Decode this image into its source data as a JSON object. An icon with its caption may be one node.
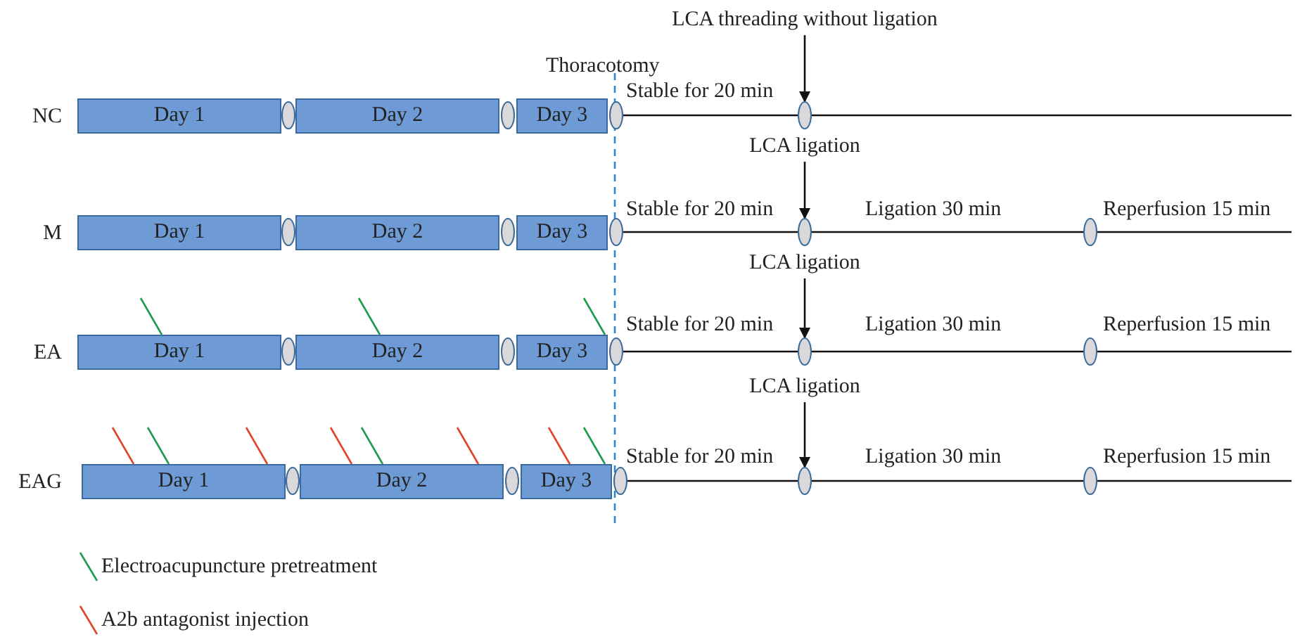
{
  "diagram": {
    "nodes": [
      {
        "text": [
          "LCA threading without ligation"
        ]
      },
      {
        "text": [
          "Day 1"
        ]
      },
      {
        "text": [],
        "shape": "ellipse"
      },
      {
        "text": [
          "Day 2"
        ]
      },
      {
        "text": [],
        "shape": "ellipse"
      },
      {
        "text": [
          "Day 3"
        ]
      },
      {
        "text": [],
        "shape": "ellipse"
      },
      {
        "text": [],
        "shape": "ellipse"
      },
      {
        "text": [
          "LCA ligation"
        ]
      },
      {
        "text": [
          "Day 1"
        ]
      },
      {
        "text": [],
        "shape": "ellipse"
      },
      {
        "text": [
          "Day 2"
        ]
      },
      {
        "text": [],
        "shape": "ellipse"
      },
      {
        "text": [
          "Day 3"
        ]
      },
      {
        "text": [],
        "shape": "ellipse"
      },
      {
        "text": [],
        "shape": "ellipse"
      },
      {
        "text": [],
        "shape": "ellipse"
      },
      {
        "text": [
          "LCA ligation"
        ]
      },
      {
        "text": [
          "Day 1"
        ]
      },
      {
        "text": [],
        "shape": "ellipse"
      },
      {
        "text": [
          "Day 2"
        ]
      },
      {
        "text": [],
        "shape": "ellipse"
      },
      {
        "text": [
          "Day 3"
        ]
      },
      {
        "text": [],
        "shape": "ellipse"
      },
      {
        "text": [],
        "shape": "ellipse"
      },
      {
        "text": [],
        "shape": "ellipse"
      },
      {
        "text": [
          "LCA ligation"
        ]
      },
      {
        "text": [
          "Day 1"
        ]
      },
      {
        "text": [],
        "shape": "ellipse"
      },
      {
        "text": [
          "Day 2"
        ]
      },
      {
        "text": [],
        "shape": "ellipse"
      },
      {
        "text": [
          "Day 3"
        ]
      },
      {
        "text": [],
        "shape": "ellipse"
      },
      {
        "text": [],
        "shape": "ellipse"
      },
      {
        "text": [],
        "shape": "ellipse"
      }
    ],
    "edges": [
      {
        "from": 0,
        "to": 7,
        "arrow": "to"
      },
      {
        "from": 8,
        "to": 15,
        "arrow": "to"
      },
      {
        "from": 17,
        "to": 24,
        "arrow": "to"
      },
      {
        "from": 26,
        "to": 33,
        "arrow": "to"
      }
    ],
    "labels": [
      "Thoracotomy",
      "NC",
      "Stable for 20 min",
      "M",
      "Stable for 20 min",
      "Ligation 30 min",
      "Reperfusion 15 min",
      "EA",
      "Stable for 20 min",
      "Ligation 30 min",
      "Reperfusion 15 min",
      "EAG",
      "Stable for 20 min",
      "Ligation 30 min",
      "Reperfusion 15 min"
    ],
    "legend": [
      {
        "text": "Electroacupuncture pretreatment"
      },
      {
        "text": "A2b antagonist injection"
      }
    ]
  }
}
